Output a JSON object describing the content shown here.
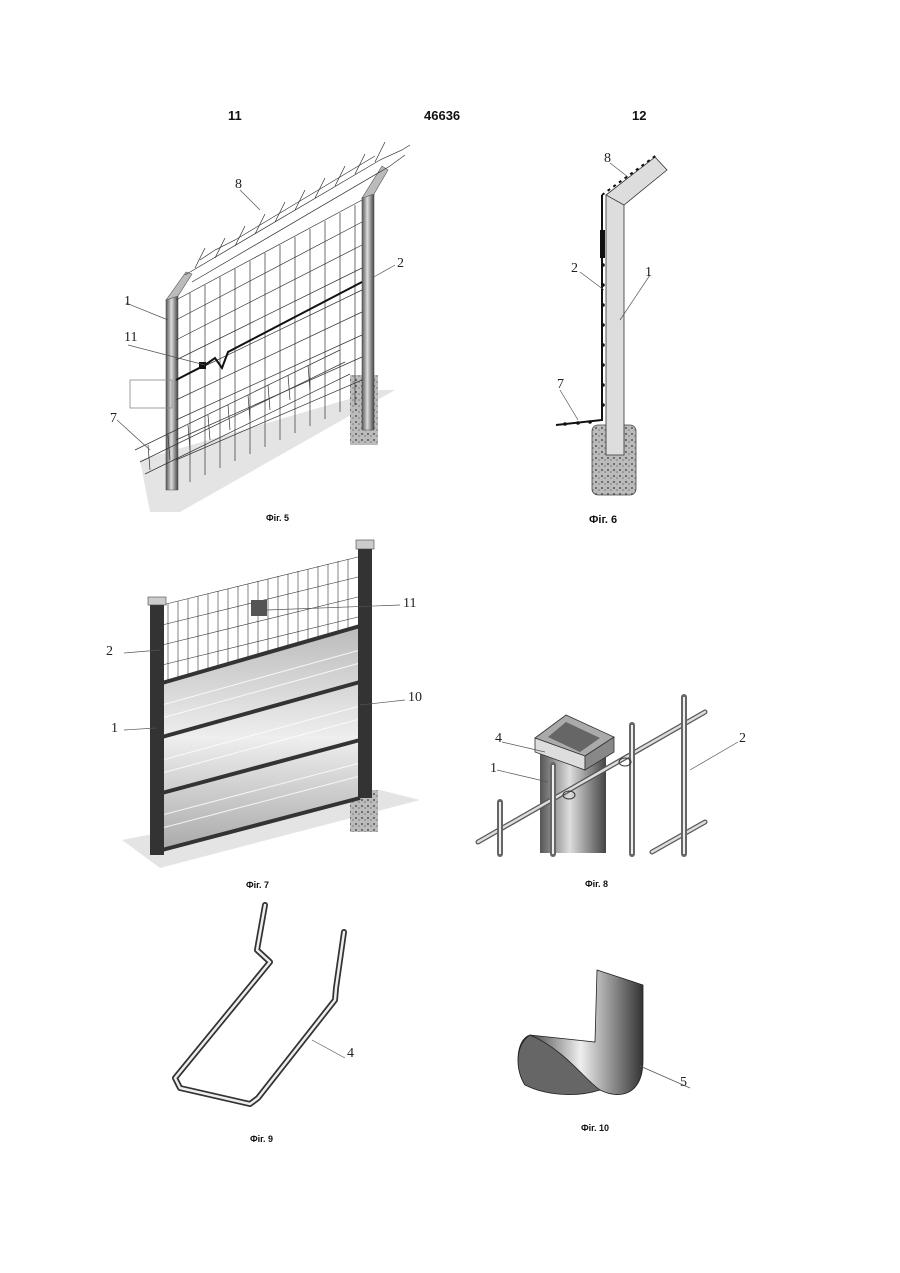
{
  "header": {
    "left": "11",
    "center": "46636",
    "right": "12"
  },
  "figures": [
    {
      "id": "fig5",
      "caption": "Фіг. 5",
      "callouts": [
        "8",
        "2",
        "1",
        "11",
        "7"
      ]
    },
    {
      "id": "fig6",
      "caption": "Фіг. 6",
      "callouts": [
        "8",
        "2",
        "1",
        "7"
      ]
    },
    {
      "id": "fig7",
      "caption": "Фіг. 7",
      "callouts": [
        "11",
        "2",
        "10",
        "1"
      ]
    },
    {
      "id": "fig8",
      "caption": "Фіг. 8",
      "callouts": [
        "4",
        "1",
        "2"
      ]
    },
    {
      "id": "fig9",
      "caption": "Фіг. 9",
      "callouts": [
        "4"
      ]
    },
    {
      "id": "fig10",
      "caption": "Фіг. 10",
      "callouts": [
        "5"
      ]
    }
  ]
}
